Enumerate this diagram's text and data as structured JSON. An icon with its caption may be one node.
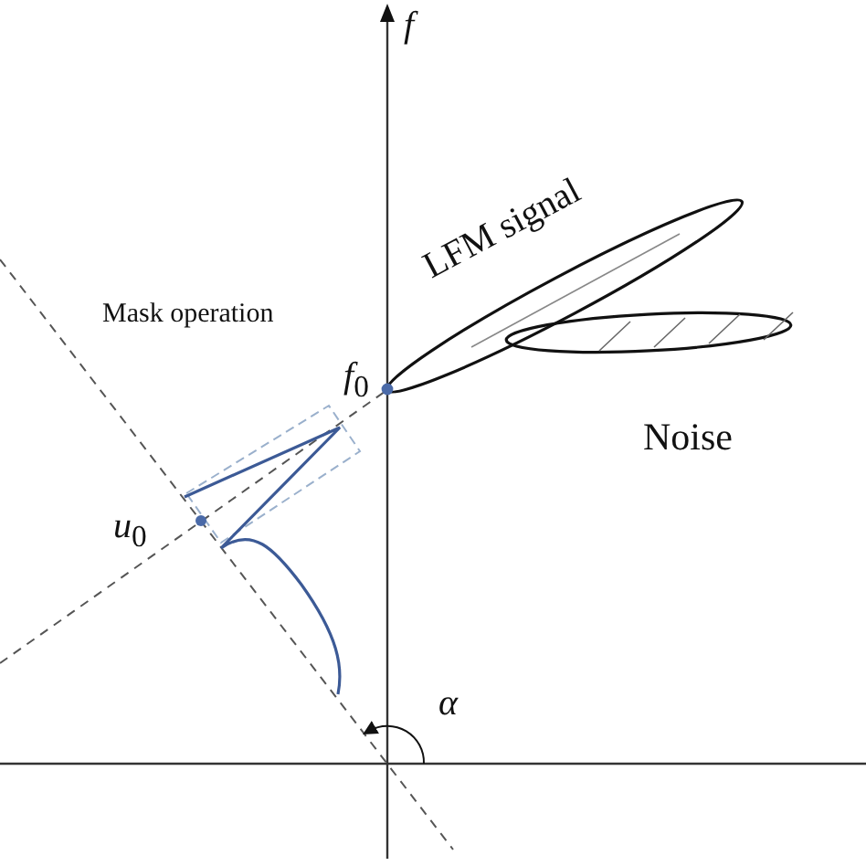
{
  "diagram": {
    "labels": [
      "*f*",
      "Mask operation",
      "LFM signal",
      "*f*$_{0}$",
      "Noise",
      "*u*$_{0}$",
      "*α*"
    ]
  }
}
